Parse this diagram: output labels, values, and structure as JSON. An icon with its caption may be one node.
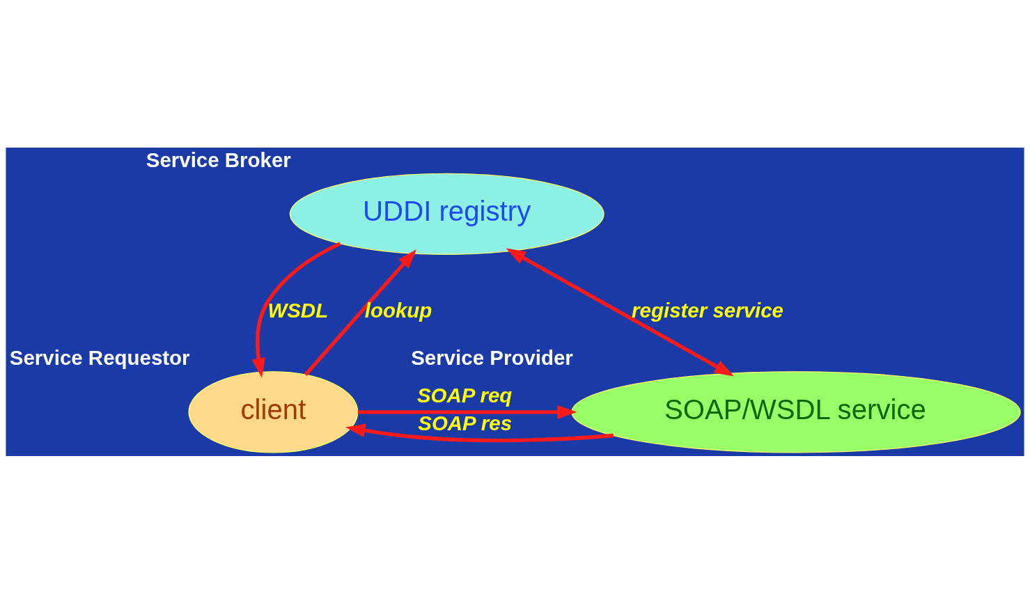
{
  "diagram": {
    "nodes": [
      {
        "text": [
          "UDDI registry"
        ],
        "beside": [
          "Service Broker"
        ]
      },
      {
        "text": [
          "client"
        ],
        "beside": [
          "Service Requestor"
        ]
      },
      {
        "text": [
          "SOAP/WSDL service"
        ],
        "beside": [
          "Service Provider"
        ]
      }
    ],
    "edges": [
      {
        "from": 1,
        "to": 0,
        "arrow": "to",
        "label": "lookup"
      },
      {
        "from": 0,
        "to": 1,
        "arrow": "to",
        "label": "WSDL"
      },
      {
        "from": 0,
        "to": 2,
        "arrow": "both",
        "label": "register service"
      },
      {
        "from": 1,
        "to": 2,
        "arrow": "to",
        "label": "SOAP req"
      },
      {
        "from": 2,
        "to": 1,
        "arrow": "to",
        "label": "SOAP res"
      }
    ]
  }
}
